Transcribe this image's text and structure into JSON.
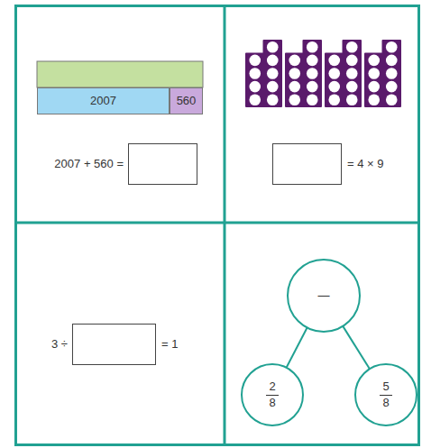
{
  "diagram": {
    "nodes": [
      {
        "text": [
          "2007"
        ]
      },
      {
        "text": [
          "560"
        ]
      },
      {
        "text": [
          "—"
        ]
      },
      {
        "text": [
          "2",
          "8"
        ]
      },
      {
        "text": [
          "5",
          "8"
        ]
      }
    ],
    "edges": [
      {
        "from": 2,
        "to": 3,
        "arrow": "none"
      },
      {
        "from": 2,
        "to": 4,
        "arrow": "none"
      }
    ],
    "labels": [
      "2007 + 560 =",
      "= 4 × 9",
      "3 ÷",
      "= 1"
    ]
  }
}
